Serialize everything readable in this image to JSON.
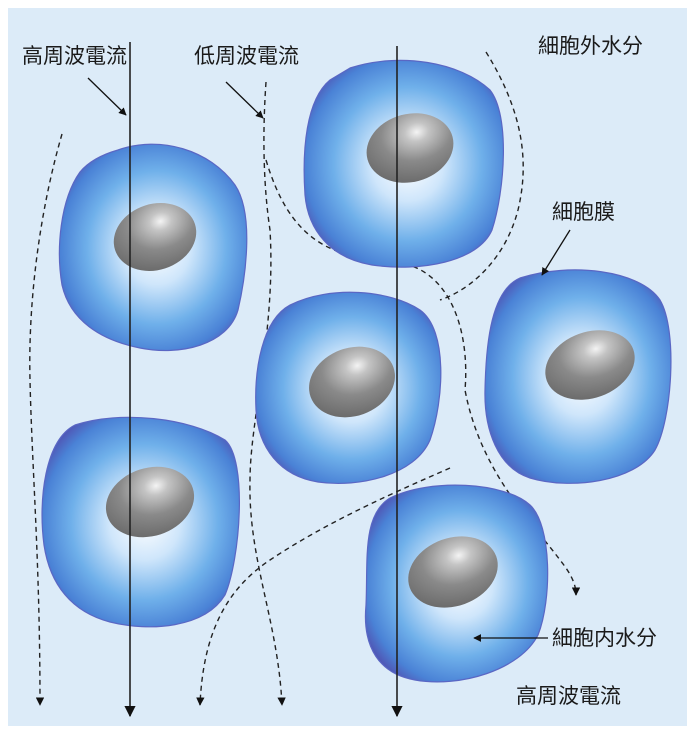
{
  "labels": {
    "high_freq_top": "高周波電流",
    "low_freq_top": "低周波電流",
    "extracellular_water": "細胞外水分",
    "cell_membrane": "細胞膜",
    "intracellular_water": "細胞内水分",
    "high_freq_bottom": "高周波電流"
  },
  "colors": {
    "background": "#dcebf8",
    "cell_rim": "#4e63c9",
    "cell_core": "#ffffff",
    "nucleus": "#7f7f7f"
  }
}
